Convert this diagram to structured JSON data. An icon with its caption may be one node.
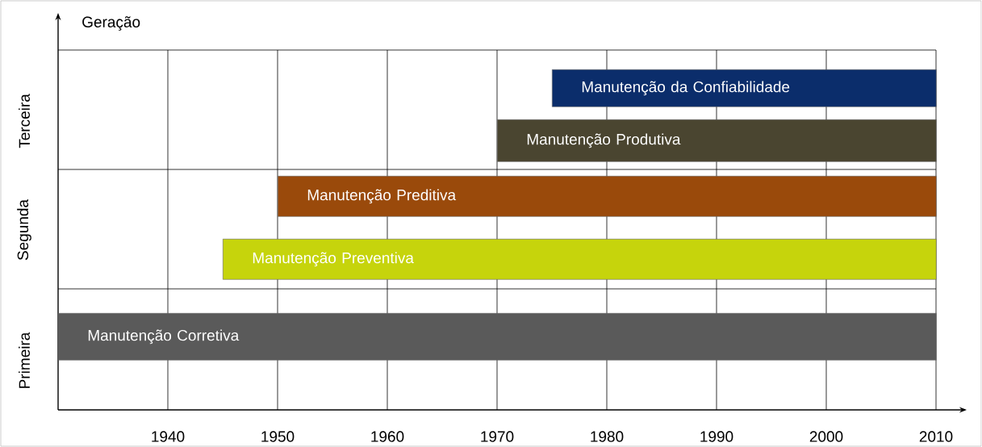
{
  "diagram": {
    "nodes": [
      {
        "text": [
          "Manutenção da Confiabilidade"
        ]
      },
      {
        "text": [
          "Manutenção Produtiva"
        ]
      },
      {
        "text": [
          "Manutenção Preditiva"
        ]
      },
      {
        "text": [
          "Manutenção Preventiva"
        ]
      },
      {
        "text": [
          "Manutenção Corretiva"
        ]
      }
    ],
    "labels": [
      "Geração",
      "Terceira",
      "Segunda",
      "Primeira",
      "1940",
      "1950",
      "1960",
      "1970",
      "1980",
      "1990",
      "2000",
      "2010"
    ]
  }
}
